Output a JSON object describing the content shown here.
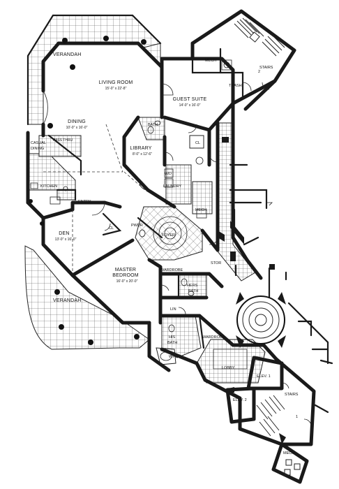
{
  "rooms": {
    "verandah_top": "VERANDAH",
    "living_room": "LIVING ROOM",
    "living_room_dim": "15'-0\" x 22'-8\"",
    "guest_suite": "GUEST SUITE",
    "guest_suite_dim": "14'-0\" x 16'-0\"",
    "mech_top": "MECH",
    "trash": "TRASH",
    "stairs_2": "STAIRS",
    "stairs_2_num": "2",
    "dining": "DINING",
    "dining_dim": "10'-0\" x 16'-0\"",
    "casual_dining_1": "CASUAL",
    "casual_dining_2": "DINING",
    "pass_thru": "PASS THRU",
    "bath_upper": "BATH",
    "cl_upper": "CL",
    "library": "LIBRARY",
    "library_dim": "8'-0\" x 12'-6\"",
    "wd": "W/D",
    "laundry": "LAUNDRY",
    "kitchen": "KITCHEN",
    "entry": "ENTRY",
    "mech_mid": "MECH",
    "den": "DEN",
    "den_dim": "13'-0\" x 16'-0\"",
    "cl_den": "CL",
    "powder": "PWDR",
    "foyer": "FOYER",
    "stor": "STOR",
    "master_bedroom_1": "MASTER",
    "master_bedroom_2": "BEDROOM",
    "master_bedroom_dim": "16'-0\" x 20'-0\"",
    "wardrobe_upper": "WARDROBE",
    "hers_bath_1": "HERS",
    "hers_bath_2": "BATH",
    "verandah_bottom": "VERANDAH",
    "lin": "LIN",
    "his_bath_1": "HIS",
    "his_bath_2": "BATH",
    "wardrobe_lower": "WARDROBE",
    "whirlpool": "W/P",
    "lobby": "LOBBY",
    "elev_1": "ELEV. 1",
    "elev_2": "ELEV. 2",
    "stairs_1": "STAIRS",
    "stairs_1_num": "1",
    "mech_bottom": "MECH"
  }
}
